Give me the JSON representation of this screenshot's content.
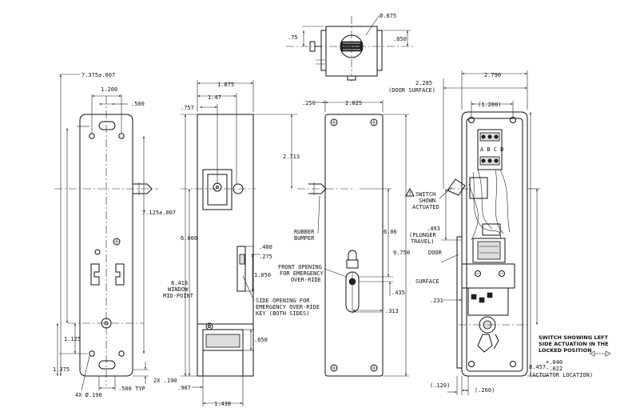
{
  "top_view": {
    "dia_875": "Ø.875",
    "dim_75": ".75",
    "dim_850": ".850"
  },
  "left_view": {
    "dim_7375": "7.375±.007",
    "dim_1200": "1.200",
    "dim_500": ".500",
    "dim_7125": "7.125±.007",
    "dim_1125": "1.125",
    "dim_1375": "1.375",
    "holes_note": "4X Ø.190",
    "dim_500typ": ".500 TYP",
    "dim_2x190": "2X .190"
  },
  "side_view": {
    "dim_1875": "1.875",
    "dim_757": ".757",
    "dim_147": "1.47",
    "dim_2713": "2.713",
    "dim_6000": "6.000",
    "dim_8416": "8.416",
    "window_label_1": "WINDOW",
    "window_label_2": "MID-POINT",
    "dim_400": ".400",
    "dim_275": ".275",
    "dim_1050": "1.050",
    "side_note_1": "SIDE OPENING FOR",
    "side_note_2": "EMERGENCY OVER-RIDE",
    "side_note_3": "KEY (BOTH SIDES)",
    "dim_650": ".650",
    "dim_907": ".907",
    "dim_1438": "1.438"
  },
  "front_view": {
    "dim_250": ".250",
    "dim_2025": "2.025",
    "bumper_1": "RUBBER",
    "bumper_2": "BUMPER",
    "front_note_1": "FRONT OPENING",
    "front_note_2": "FOR EMERGENCY",
    "front_note_3": "OVER-RIDE",
    "dim_606": "6.06",
    "dim_9750": "9.750",
    "dim_435": ".435",
    "dim_313": ".313"
  },
  "right_view": {
    "dim_2790": "2.790",
    "dim_2285": "2.285",
    "door_surface_top": "(DOOR SURFACE)",
    "dim_1200p": "(1.200)",
    "switch_1": "SWITCH",
    "switch_2": "SHOWN",
    "switch_3": "ACTUATED",
    "warning_glyph": "!",
    "plunger_1": ".493",
    "plunger_2": "(PLUNGER",
    "plunger_3": "TRAVEL)",
    "door_1": "DOOR",
    "door_2": "SURFACE",
    "dim_231": ".231",
    "note_1": "SWITCH SHOWING LEFT",
    "note_2": "SIDE ACTUATION IN THE",
    "note_3": "LOCKED POSITION",
    "dim_8457": "8.457",
    "tol_plus": "+.040",
    "tol_minus": "-.022",
    "actuator_loc": "(ACTUATOR LOCATION)",
    "dim_120": "(.120)",
    "dim_260": "(.260)",
    "abcd": "A B C D"
  }
}
